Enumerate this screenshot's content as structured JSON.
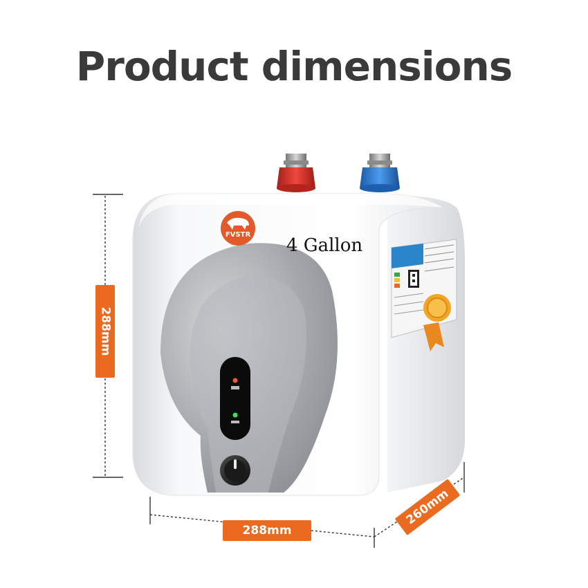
{
  "title": "Product dimensions",
  "product": {
    "brand": "FVSTR",
    "capacity_label": "4 Gallon"
  },
  "dimensions": {
    "height": "288mm",
    "width": "288mm",
    "depth": "260mm"
  },
  "colors": {
    "accent": "#ea6a1f",
    "title": "#3a3a3a",
    "body": "#f4f5f7",
    "panel": "#9a9ca0",
    "hot_pipe": "#d9342b",
    "cold_pipe": "#2f7fd6"
  }
}
